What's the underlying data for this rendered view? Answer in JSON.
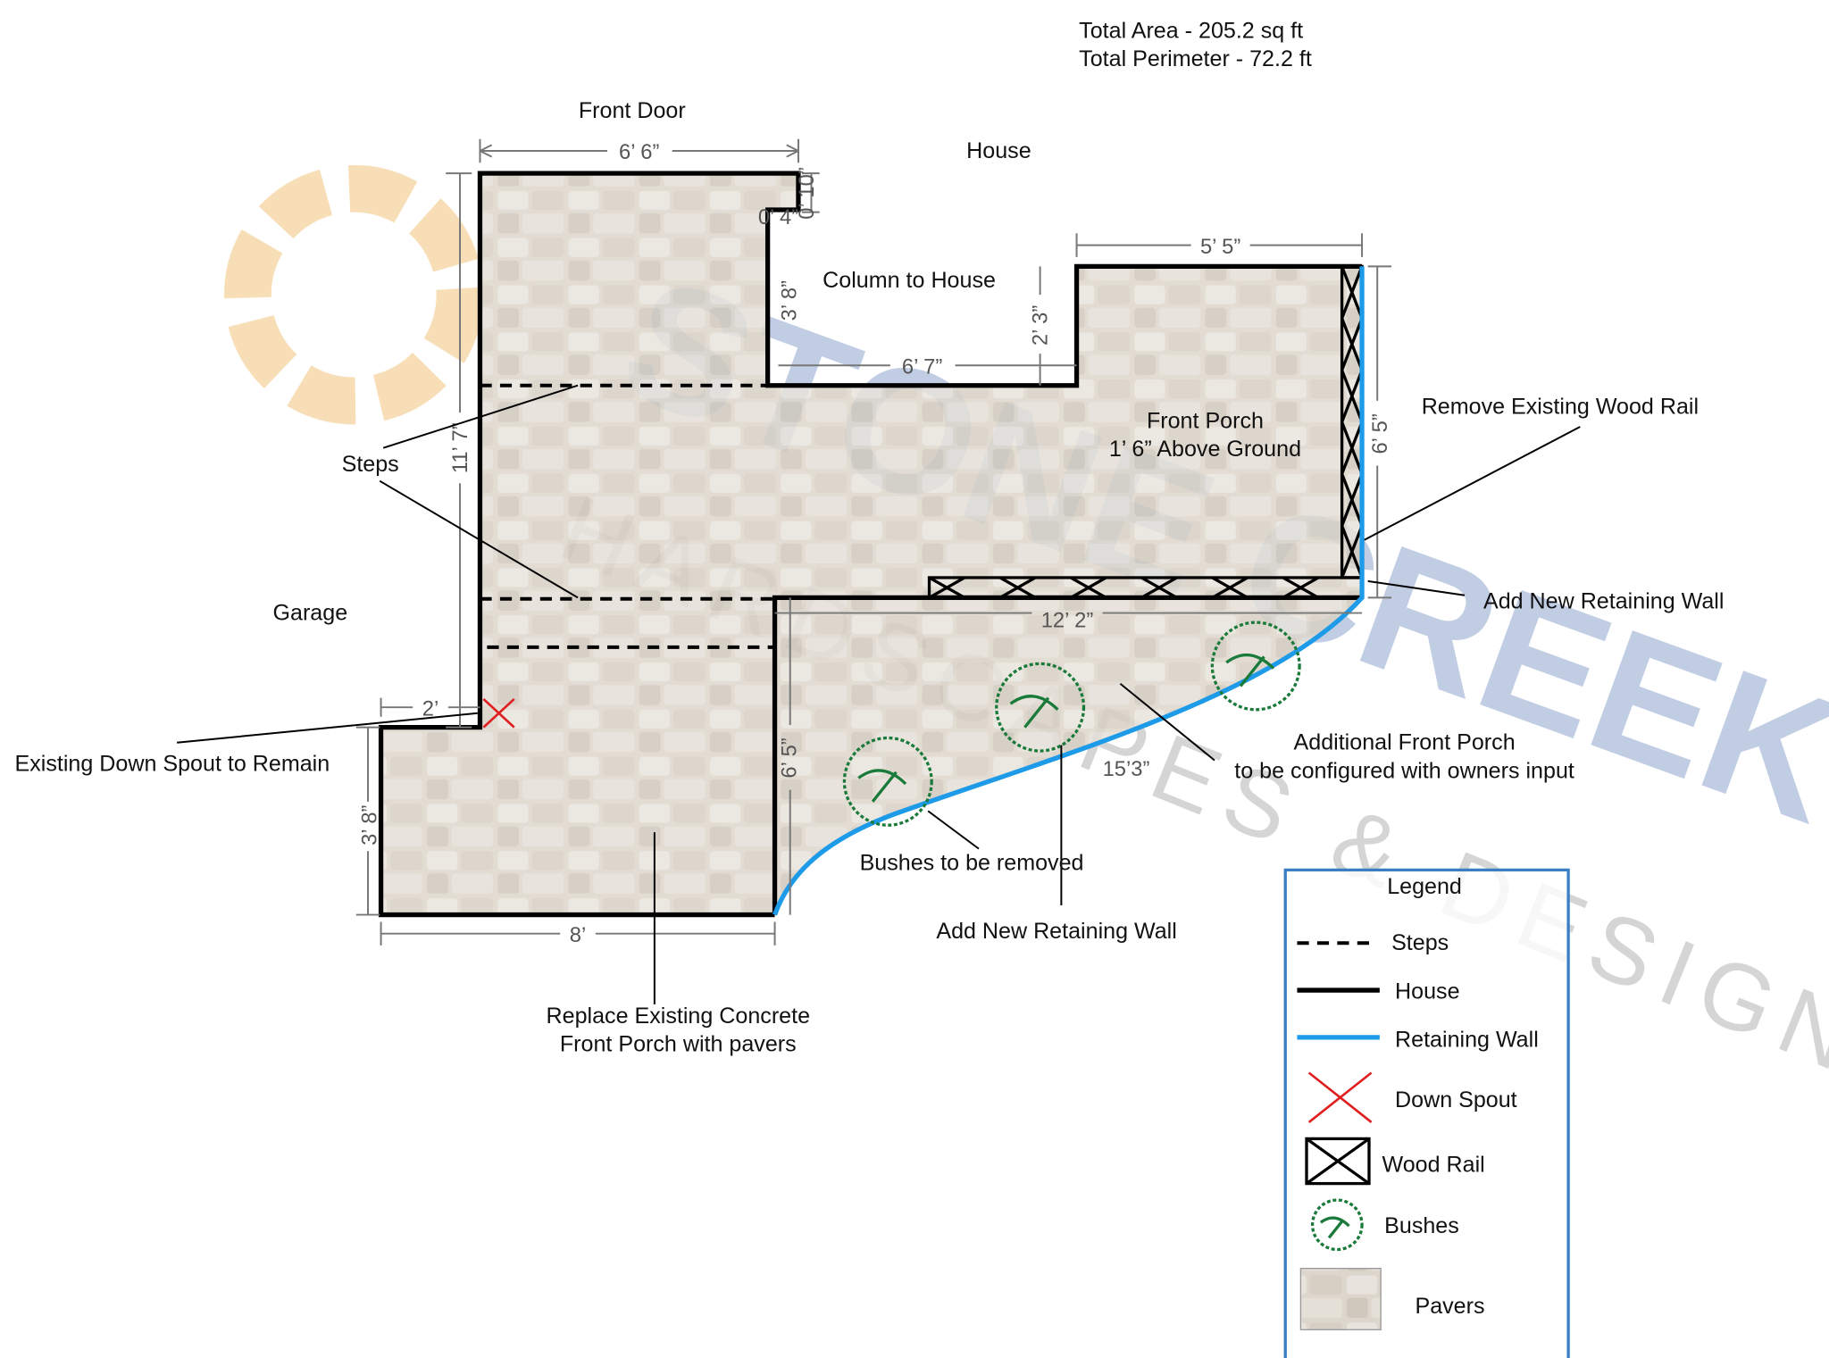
{
  "totals": {
    "area": "Total Area - 205.2 sq ft",
    "perimeter": "Total Perimeter - 72.2 ft"
  },
  "labels": {
    "front_door": "Front Door",
    "house": "House",
    "column": "Column to House",
    "front_porch": "Front Porch",
    "porch_height": "1’ 6” Above Ground",
    "steps": "Steps",
    "garage": "Garage",
    "remove_rail": "Remove Existing Wood Rail",
    "add_wall_right": "Add New Retaining Wall",
    "down_spout": "Existing Down Spout to Remain",
    "additional_1": "Additional Front Porch",
    "additional_2": "to be configured with owners input",
    "bushes": "Bushes to be removed",
    "add_wall_bottom": "Add New Retaining Wall",
    "replace_1": "Replace Existing Concrete",
    "replace_2": "Front Porch with pavers"
  },
  "dimensions": {
    "top": "6’ 6”",
    "small_v": "0’ 10”",
    "small_h": "0’ 4”",
    "col_v": "3’ 8”",
    "col_h": "6’ 7”",
    "porch_step": "2’ 3”",
    "porch_top": "5’ 5”",
    "right": "6’ 5”",
    "left": "11’ 7”",
    "porch_width": "12’ 2”",
    "lower_v": "6’ 5”",
    "curve": "15’3”",
    "spout": "2’",
    "bottom_v": "3’ 8”",
    "bottom": "8’"
  },
  "legend": {
    "title": "Legend",
    "items": [
      "Steps",
      "House",
      "Retaining Wall",
      "Down Spout",
      "Wood Rail",
      "Bushes",
      "Pavers"
    ]
  },
  "watermark": "STONE CREEK HARDSCAPES & DESIGN",
  "colors": {
    "wall": "#1e9be8",
    "bush": "#1a7a3a",
    "spout": "#e02020",
    "legend_border": "#3a7fc4"
  }
}
